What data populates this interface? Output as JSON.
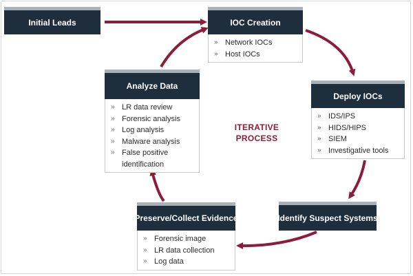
{
  "nodes": {
    "initial_leads": {
      "title": "Initial Leads"
    },
    "ioc_creation": {
      "title": "IOC Creation",
      "items": [
        "Network IOCs",
        "Host IOCs"
      ]
    },
    "deploy_iocs": {
      "title": "Deploy IOCs",
      "items": [
        "IDS/IPS",
        "HIDS/HIPS",
        "SIEM",
        "Investigative tools"
      ]
    },
    "identify_suspect_systems": {
      "title": "Identify Suspect Systems"
    },
    "preserve_collect_evidence": {
      "title": "Preserve/Collect Evidence",
      "items": [
        "Forensic image",
        "LR data collection",
        "Log data"
      ]
    },
    "analyze_data": {
      "title": "Analyze Data",
      "items": [
        "LR data review",
        "Forensic analysis",
        "Log analysis",
        "Malware analysis",
        "False positive identification"
      ]
    }
  },
  "center_label": {
    "line1": "ITERATIVE",
    "line2": "PROCESS"
  },
  "bullet_glyph": "»",
  "colors": {
    "header_bg": "#1e2e3d",
    "header_top_bar": "#a9b1b7",
    "arrow": "#8c1d3a",
    "center_text": "#8c1d3a"
  }
}
